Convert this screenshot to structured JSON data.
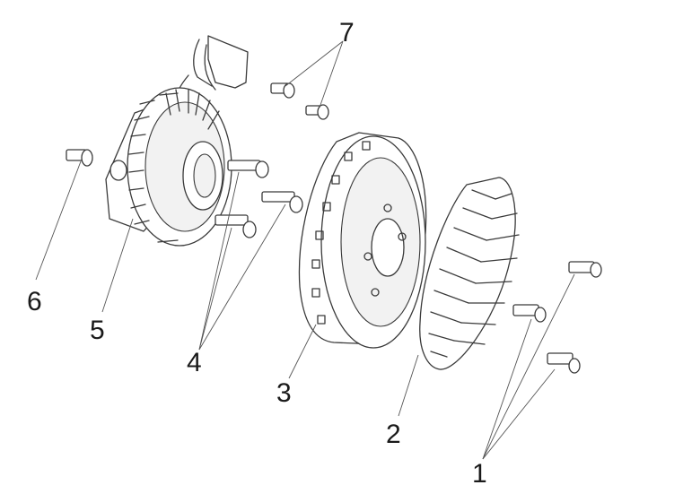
{
  "diagram": {
    "callouts": [
      {
        "id": "1",
        "label": "1"
      },
      {
        "id": "2",
        "label": "2"
      },
      {
        "id": "3",
        "label": "3"
      },
      {
        "id": "4",
        "label": "4"
      },
      {
        "id": "5",
        "label": "5"
      },
      {
        "id": "6",
        "label": "6"
      },
      {
        "id": "7",
        "label": "7"
      }
    ],
    "colors": {
      "line": "#3a3a3a",
      "background": "#ffffff"
    }
  }
}
